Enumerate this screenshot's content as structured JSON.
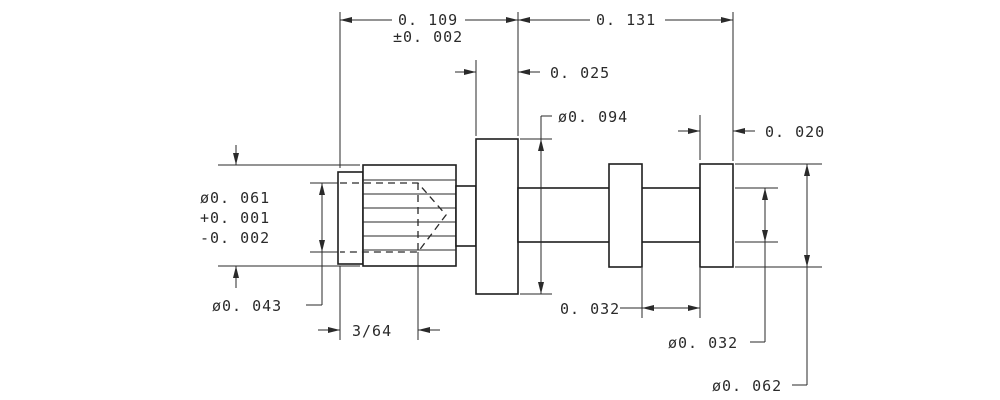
{
  "dimensions": {
    "overall_left_length": "0. 109",
    "overall_left_tolerance": "±0. 002",
    "overall_right_length": "0. 131",
    "flange_thickness": "0. 025",
    "flange_diameter": "ø0. 094",
    "end_collar_width": "0. 020",
    "knurl_diameter": "ø0. 061",
    "knurl_tolerance_plus": "+0. 001",
    "knurl_tolerance_minus": "-0. 002",
    "tip_diameter": "ø0. 043",
    "knurl_length": "3/64",
    "collar_spacing": "0. 032",
    "shaft_diameter": "ø0. 032",
    "collar_diameter": "ø0. 062"
  },
  "colors": {
    "line": "#2a2a2a",
    "paper": "#ffffff"
  }
}
